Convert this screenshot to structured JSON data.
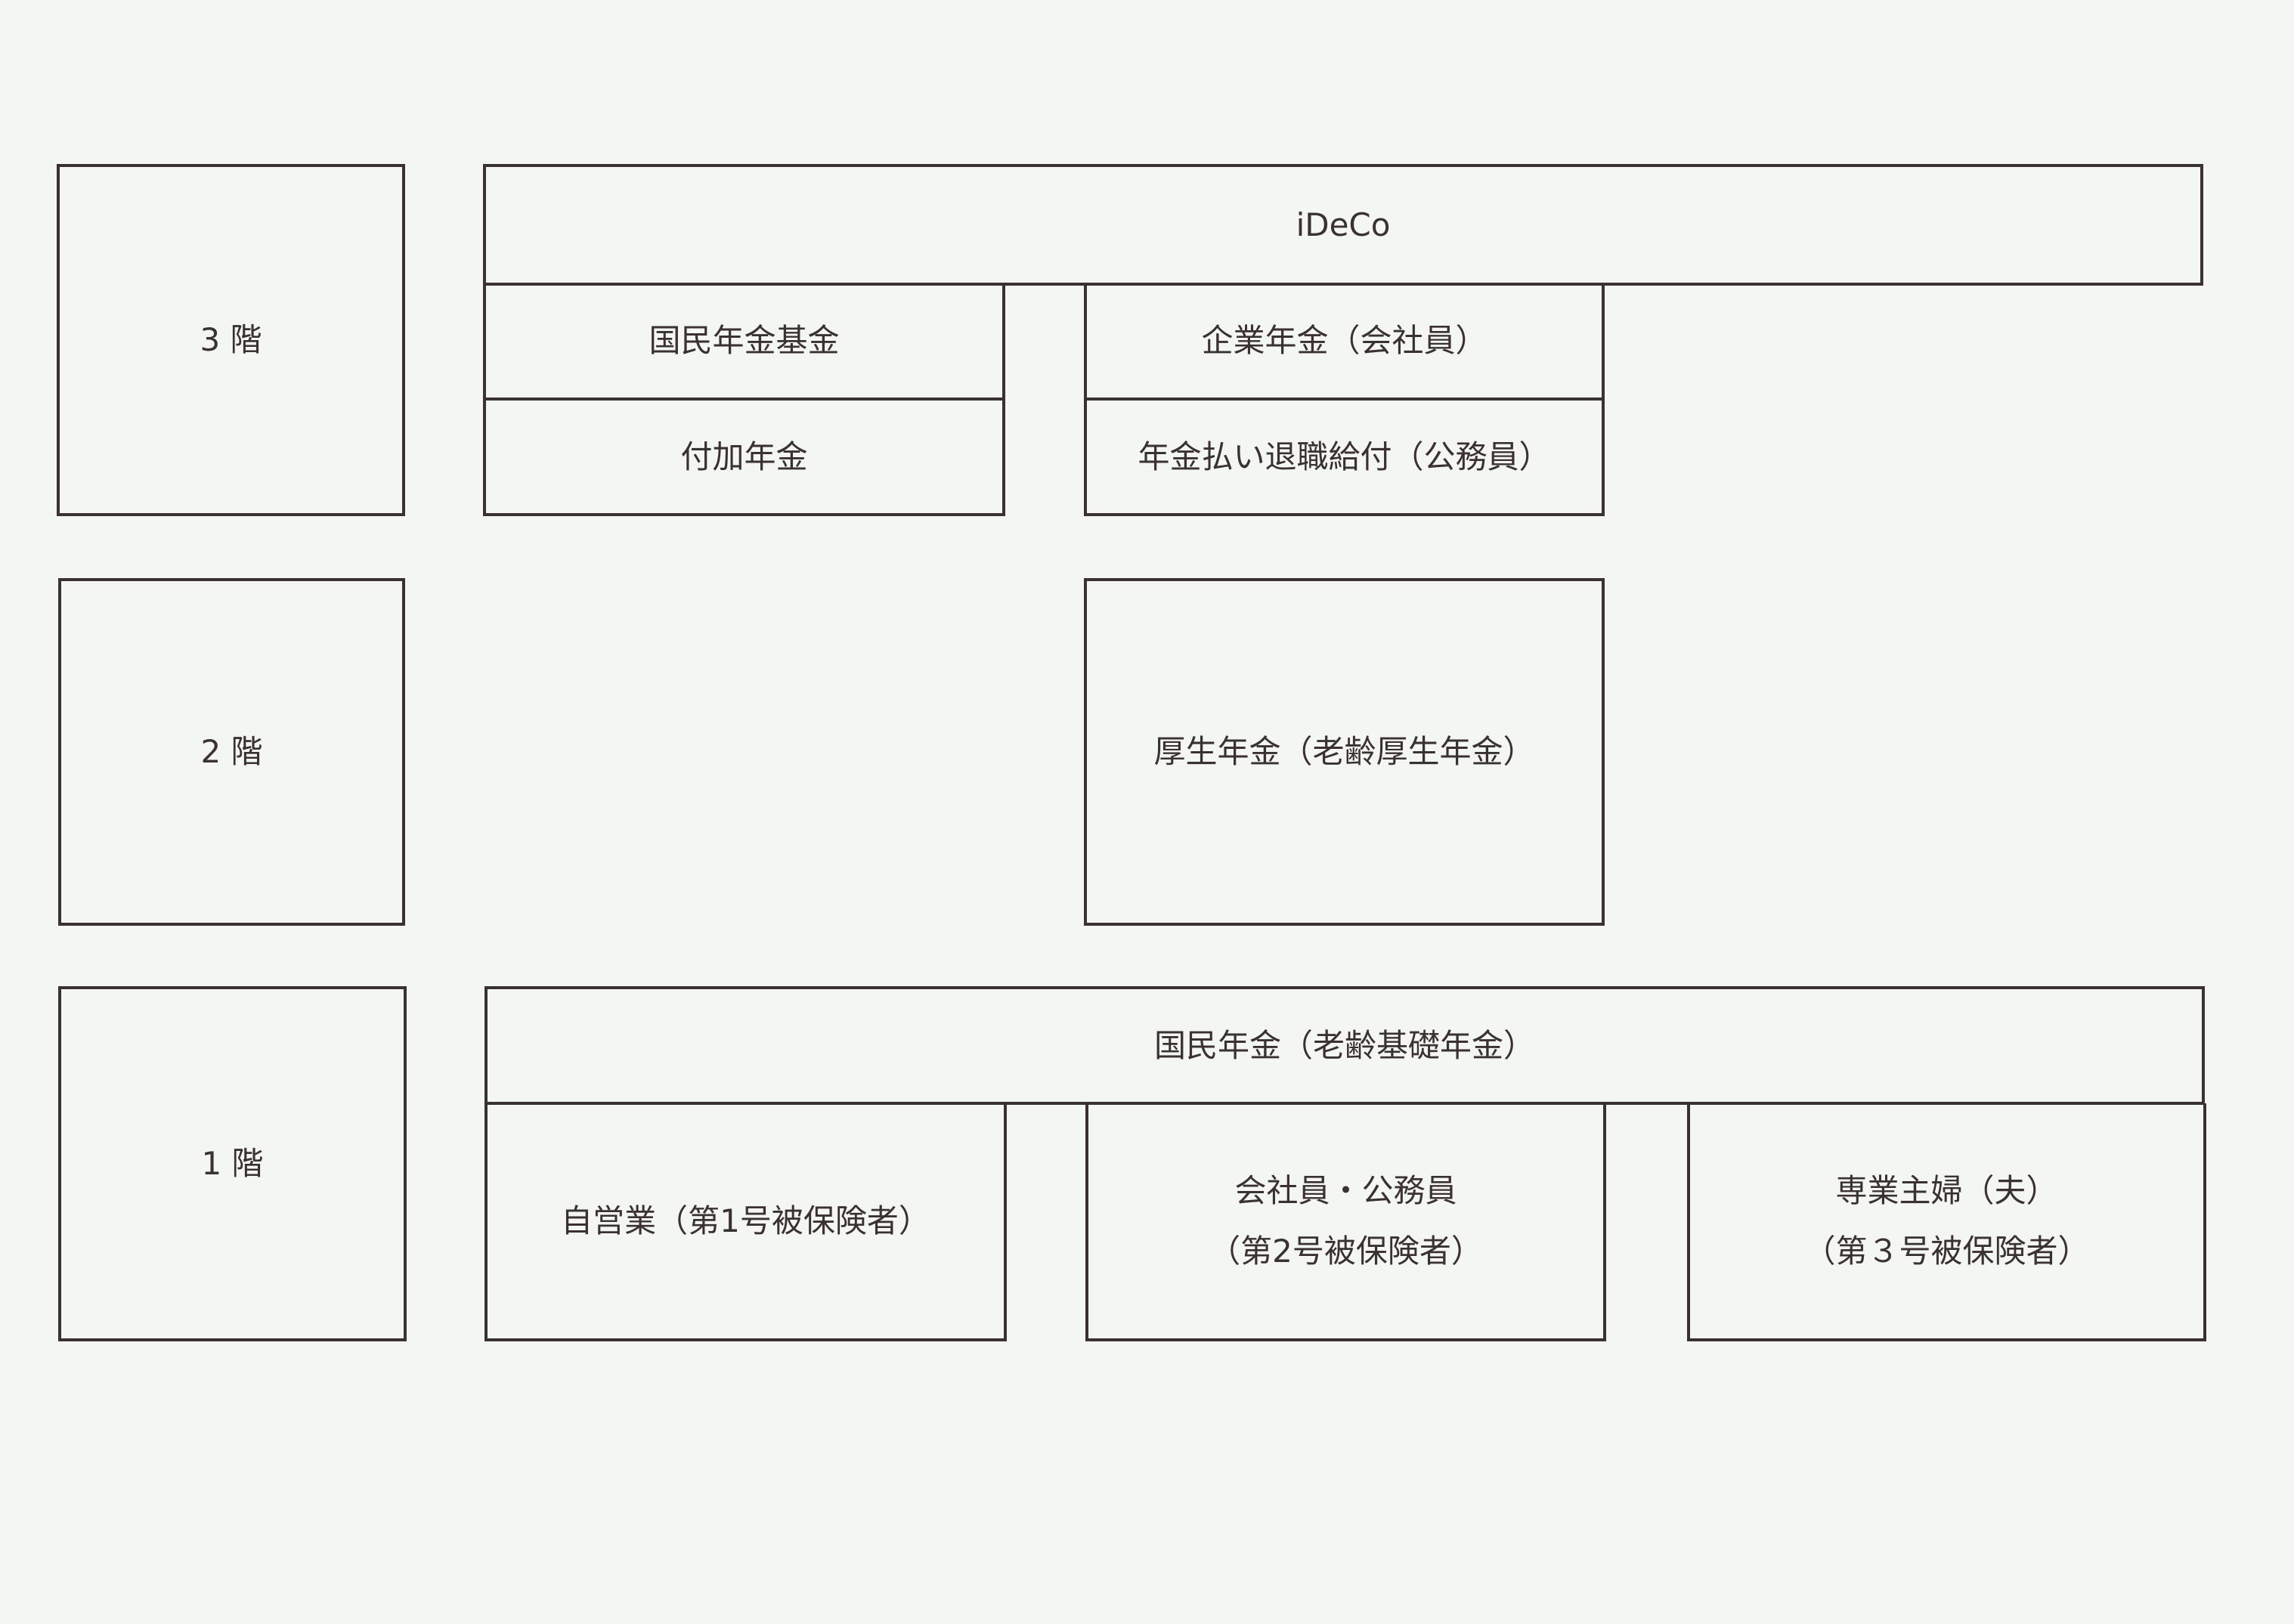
{
  "floors": {
    "third": "3 階",
    "second": "2 階",
    "first": "1 階"
  },
  "third_floor": {
    "ideco": "iDeCo",
    "national_pension_fund": "国民年金基金",
    "additional_pension": "付加年金",
    "corporate_pension": "企業年金（会社員）",
    "retirement_benefit": "年金払い退職給付（公務員）"
  },
  "second_floor": {
    "employees_pension": "厚生年金（老齢厚生年金）"
  },
  "first_floor": {
    "national_pension": "国民年金（老齢基礎年金）",
    "self_employed": "自営業（第1号被保険者）",
    "employees_line1": "会社員・公務員",
    "employees_line2": "（第2号被保険者）",
    "homemaker_line1": "専業主婦（夫）",
    "homemaker_line2": "（第３号被保険者）"
  }
}
